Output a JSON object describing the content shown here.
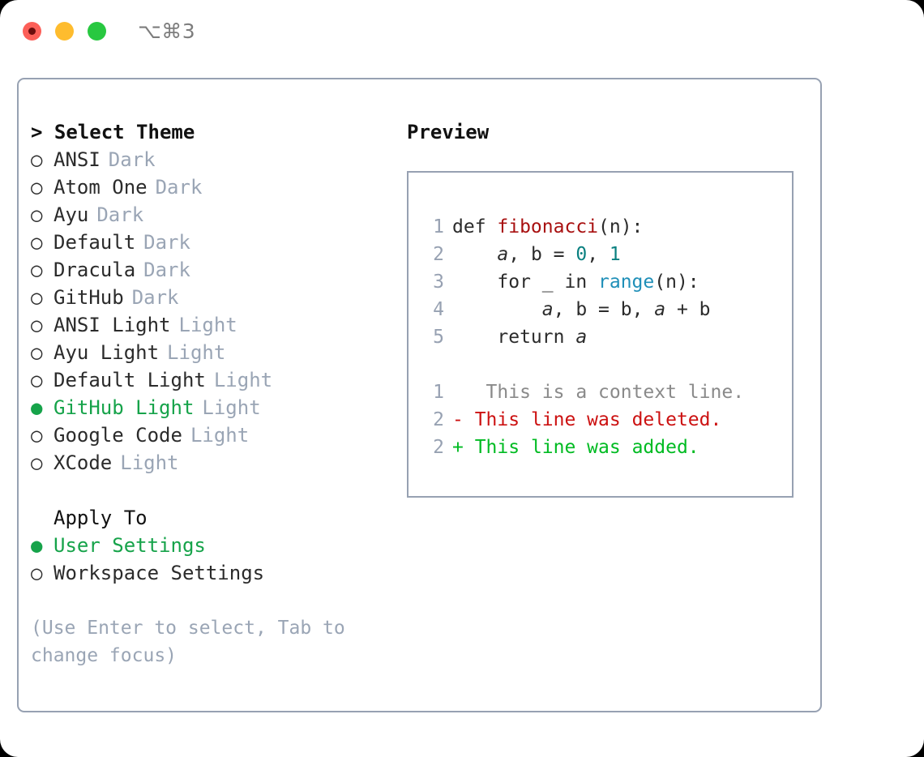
{
  "titlebar": {
    "shortcut": "⌥⌘3",
    "buttons": [
      {
        "name": "close",
        "color": "#fc5f58"
      },
      {
        "name": "minimize",
        "color": "#febc2e"
      },
      {
        "name": "maximize",
        "color": "#28c840"
      }
    ]
  },
  "theme_panel": {
    "header": "> Select Theme",
    "options": [
      {
        "marker": "○",
        "label": "ANSI",
        "tag": "Dark",
        "selected": false
      },
      {
        "marker": "○",
        "label": "Atom One",
        "tag": "Dark",
        "selected": false
      },
      {
        "marker": "○",
        "label": "Ayu",
        "tag": "Dark",
        "selected": false
      },
      {
        "marker": "○",
        "label": "Default",
        "tag": "Dark",
        "selected": false
      },
      {
        "marker": "○",
        "label": "Dracula",
        "tag": "Dark",
        "selected": false
      },
      {
        "marker": "○",
        "label": "GitHub",
        "tag": "Dark",
        "selected": false
      },
      {
        "marker": "○",
        "label": "ANSI Light",
        "tag": "Light",
        "selected": false
      },
      {
        "marker": "○",
        "label": "Ayu Light",
        "tag": "Light",
        "selected": false
      },
      {
        "marker": "○",
        "label": "Default Light",
        "tag": "Light",
        "selected": false
      },
      {
        "marker": "●",
        "label": "GitHub Light",
        "tag": "Light",
        "selected": true
      },
      {
        "marker": "○",
        "label": "Google Code",
        "tag": "Light",
        "selected": false
      },
      {
        "marker": "○",
        "label": "XCode",
        "tag": "Light",
        "selected": false
      }
    ]
  },
  "apply_to": {
    "header": "Apply To",
    "options": [
      {
        "marker": "●",
        "label": "User Settings",
        "selected": true
      },
      {
        "marker": "○",
        "label": "Workspace Settings",
        "selected": false
      }
    ]
  },
  "hint": "(Use Enter to select, Tab to change focus)",
  "preview": {
    "title": "Preview",
    "code_lines": [
      {
        "no": "1",
        "tokens": [
          {
            "t": "def ",
            "c": "kw"
          },
          {
            "t": "fibonacci",
            "c": "fn"
          },
          {
            "t": "(n):",
            "c": "punct"
          }
        ]
      },
      {
        "no": "2",
        "tokens": [
          {
            "t": "    ",
            "c": "kw"
          },
          {
            "t": "a",
            "c": "var"
          },
          {
            "t": ", ",
            "c": "punct"
          },
          {
            "t": "b",
            "c": "kw"
          },
          {
            "t": " = ",
            "c": "punct"
          },
          {
            "t": "0",
            "c": "num"
          },
          {
            "t": ", ",
            "c": "punct"
          },
          {
            "t": "1",
            "c": "num"
          }
        ]
      },
      {
        "no": "3",
        "tokens": [
          {
            "t": "    for _ in ",
            "c": "kw"
          },
          {
            "t": "range",
            "c": "builtin"
          },
          {
            "t": "(n):",
            "c": "punct"
          }
        ]
      },
      {
        "no": "4",
        "tokens": [
          {
            "t": "        ",
            "c": "kw"
          },
          {
            "t": "a",
            "c": "var"
          },
          {
            "t": ", b = b, ",
            "c": "punct"
          },
          {
            "t": "a",
            "c": "var"
          },
          {
            "t": " + b",
            "c": "punct"
          }
        ]
      },
      {
        "no": "5",
        "tokens": [
          {
            "t": "    return ",
            "c": "kw"
          },
          {
            "t": "a",
            "c": "var"
          }
        ]
      }
    ],
    "diff_lines": [
      {
        "no": "1",
        "sign": " ",
        "text": "  This is a context line.",
        "kind": "diff-ctx"
      },
      {
        "no": "2",
        "sign": "-",
        "text": " This line was deleted.",
        "kind": "diff-del"
      },
      {
        "no": "2",
        "sign": "+",
        "text": " This line was added.",
        "kind": "diff-add"
      }
    ]
  },
  "colors": {
    "accent_green": "#16a34a",
    "muted_gray": "#9aa5b5",
    "border": "#97a1b2",
    "diff_add": "#00bb22",
    "diff_del": "#cc1111",
    "fn_red": "#a81010",
    "num_teal": "#0a8080",
    "builtin_blue": "#1f8fb8"
  }
}
